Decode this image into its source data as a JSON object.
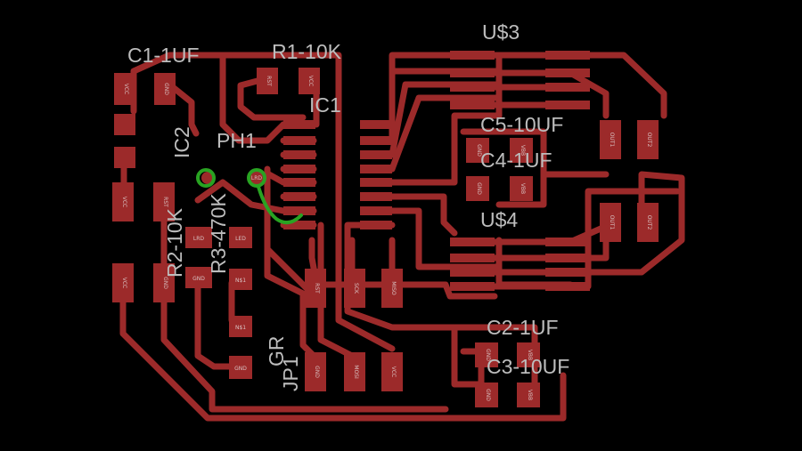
{
  "labels": {
    "c1": "C1-1UF",
    "r1": "R1-10K",
    "us3": "U$3",
    "ic1": "IC1",
    "ic2": "IC2",
    "ph1": "PH1",
    "c5": "C5-10UF",
    "c4": "C4-1UF",
    "us4": "U$4",
    "r2": "R2-10K",
    "r3": "R3-470K",
    "c2": "C2-1UF",
    "c3": "C3-10UF",
    "gr": "GR",
    "jp1": "JP1"
  },
  "pads": {
    "c1_vcc": "VCC",
    "c1_gnd": "GND",
    "r1_rst": "RST",
    "r1_vcc": "VCC",
    "ph1_lrd": "LRD",
    "r2_vcc": "VCC",
    "r2_rst": "RST",
    "r2_vcc2": "VCC",
    "r2_gnd": "GND",
    "r3_lrd": "LRD",
    "r3_gnd": "GND",
    "led": "LED",
    "ns1_a": "N$1",
    "ns1_b": "N$1",
    "gnd_bottom": "GND",
    "pgm_rst": "RST",
    "pgm_sck": "SCK",
    "pgm_miso": "MISO",
    "pgm_gnd": "GND",
    "pgm_mosi": "MOSI",
    "pgm_vcc": "VCC",
    "us3_out1": "OUT1",
    "us3_out2": "OUT2",
    "c5_gnd": "GND",
    "c5_vbb": "VBB",
    "c4_gnd": "GND",
    "c4_vbb": "VBB",
    "us4_out1": "OUT1",
    "us4_out2": "OUT2",
    "c2_gnd": "GND",
    "c2_vbb": "VBB",
    "c3_gnd": "GND",
    "c3_vbb": "VBB"
  },
  "colors": {
    "background": "#000000",
    "copper": "#9c2a2a",
    "silkscreen": "#bdbdbd",
    "airwire": "#29a322"
  }
}
